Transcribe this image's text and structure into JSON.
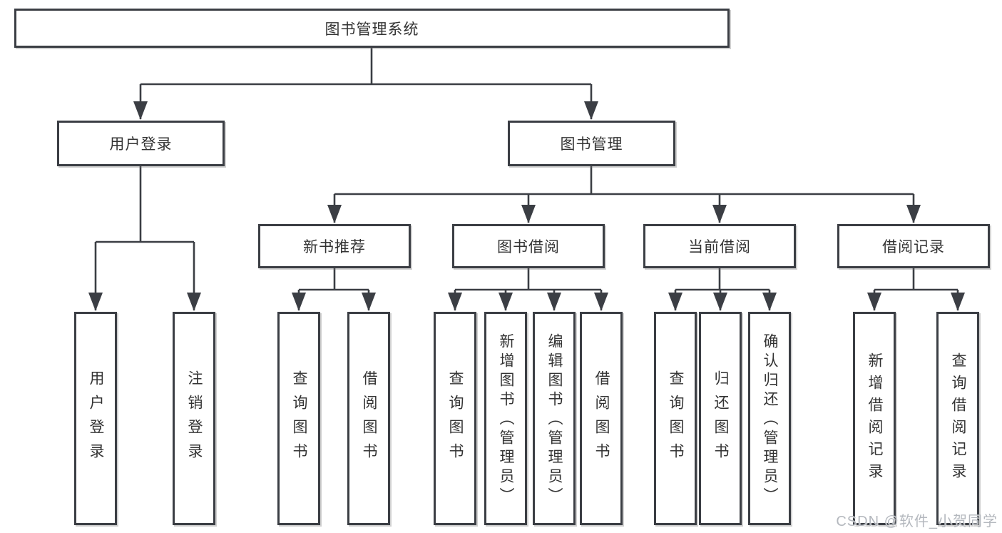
{
  "diagram": {
    "root": {
      "label": "图书管理系统",
      "children": [
        {
          "label": "用户登录",
          "children": [
            {
              "label": "用户登录"
            },
            {
              "label": "注销登录"
            }
          ]
        },
        {
          "label": "图书管理",
          "children": [
            {
              "label": "新书推荐",
              "children": [
                {
                  "label": "查询图书"
                },
                {
                  "label": "借阅图书"
                }
              ]
            },
            {
              "label": "图书借阅",
              "children": [
                {
                  "label": "查询图书"
                },
                {
                  "label": "新增图书（管理员）"
                },
                {
                  "label": "编辑图书（管理员）"
                },
                {
                  "label": "借阅图书"
                }
              ]
            },
            {
              "label": "当前借阅",
              "children": [
                {
                  "label": "查询图书"
                },
                {
                  "label": "归还图书"
                },
                {
                  "label": "确认归还（管理员）"
                }
              ]
            },
            {
              "label": "借阅记录",
              "children": [
                {
                  "label": "新增借阅记录"
                },
                {
                  "label": "查询借阅记录"
                }
              ]
            }
          ]
        }
      ]
    },
    "watermark": "CSDN @软件_小贺同学",
    "colors": {
      "line": "#3b3e44",
      "text": "#333333",
      "background": "#ffffff",
      "watermark": "#b4b8be"
    }
  }
}
